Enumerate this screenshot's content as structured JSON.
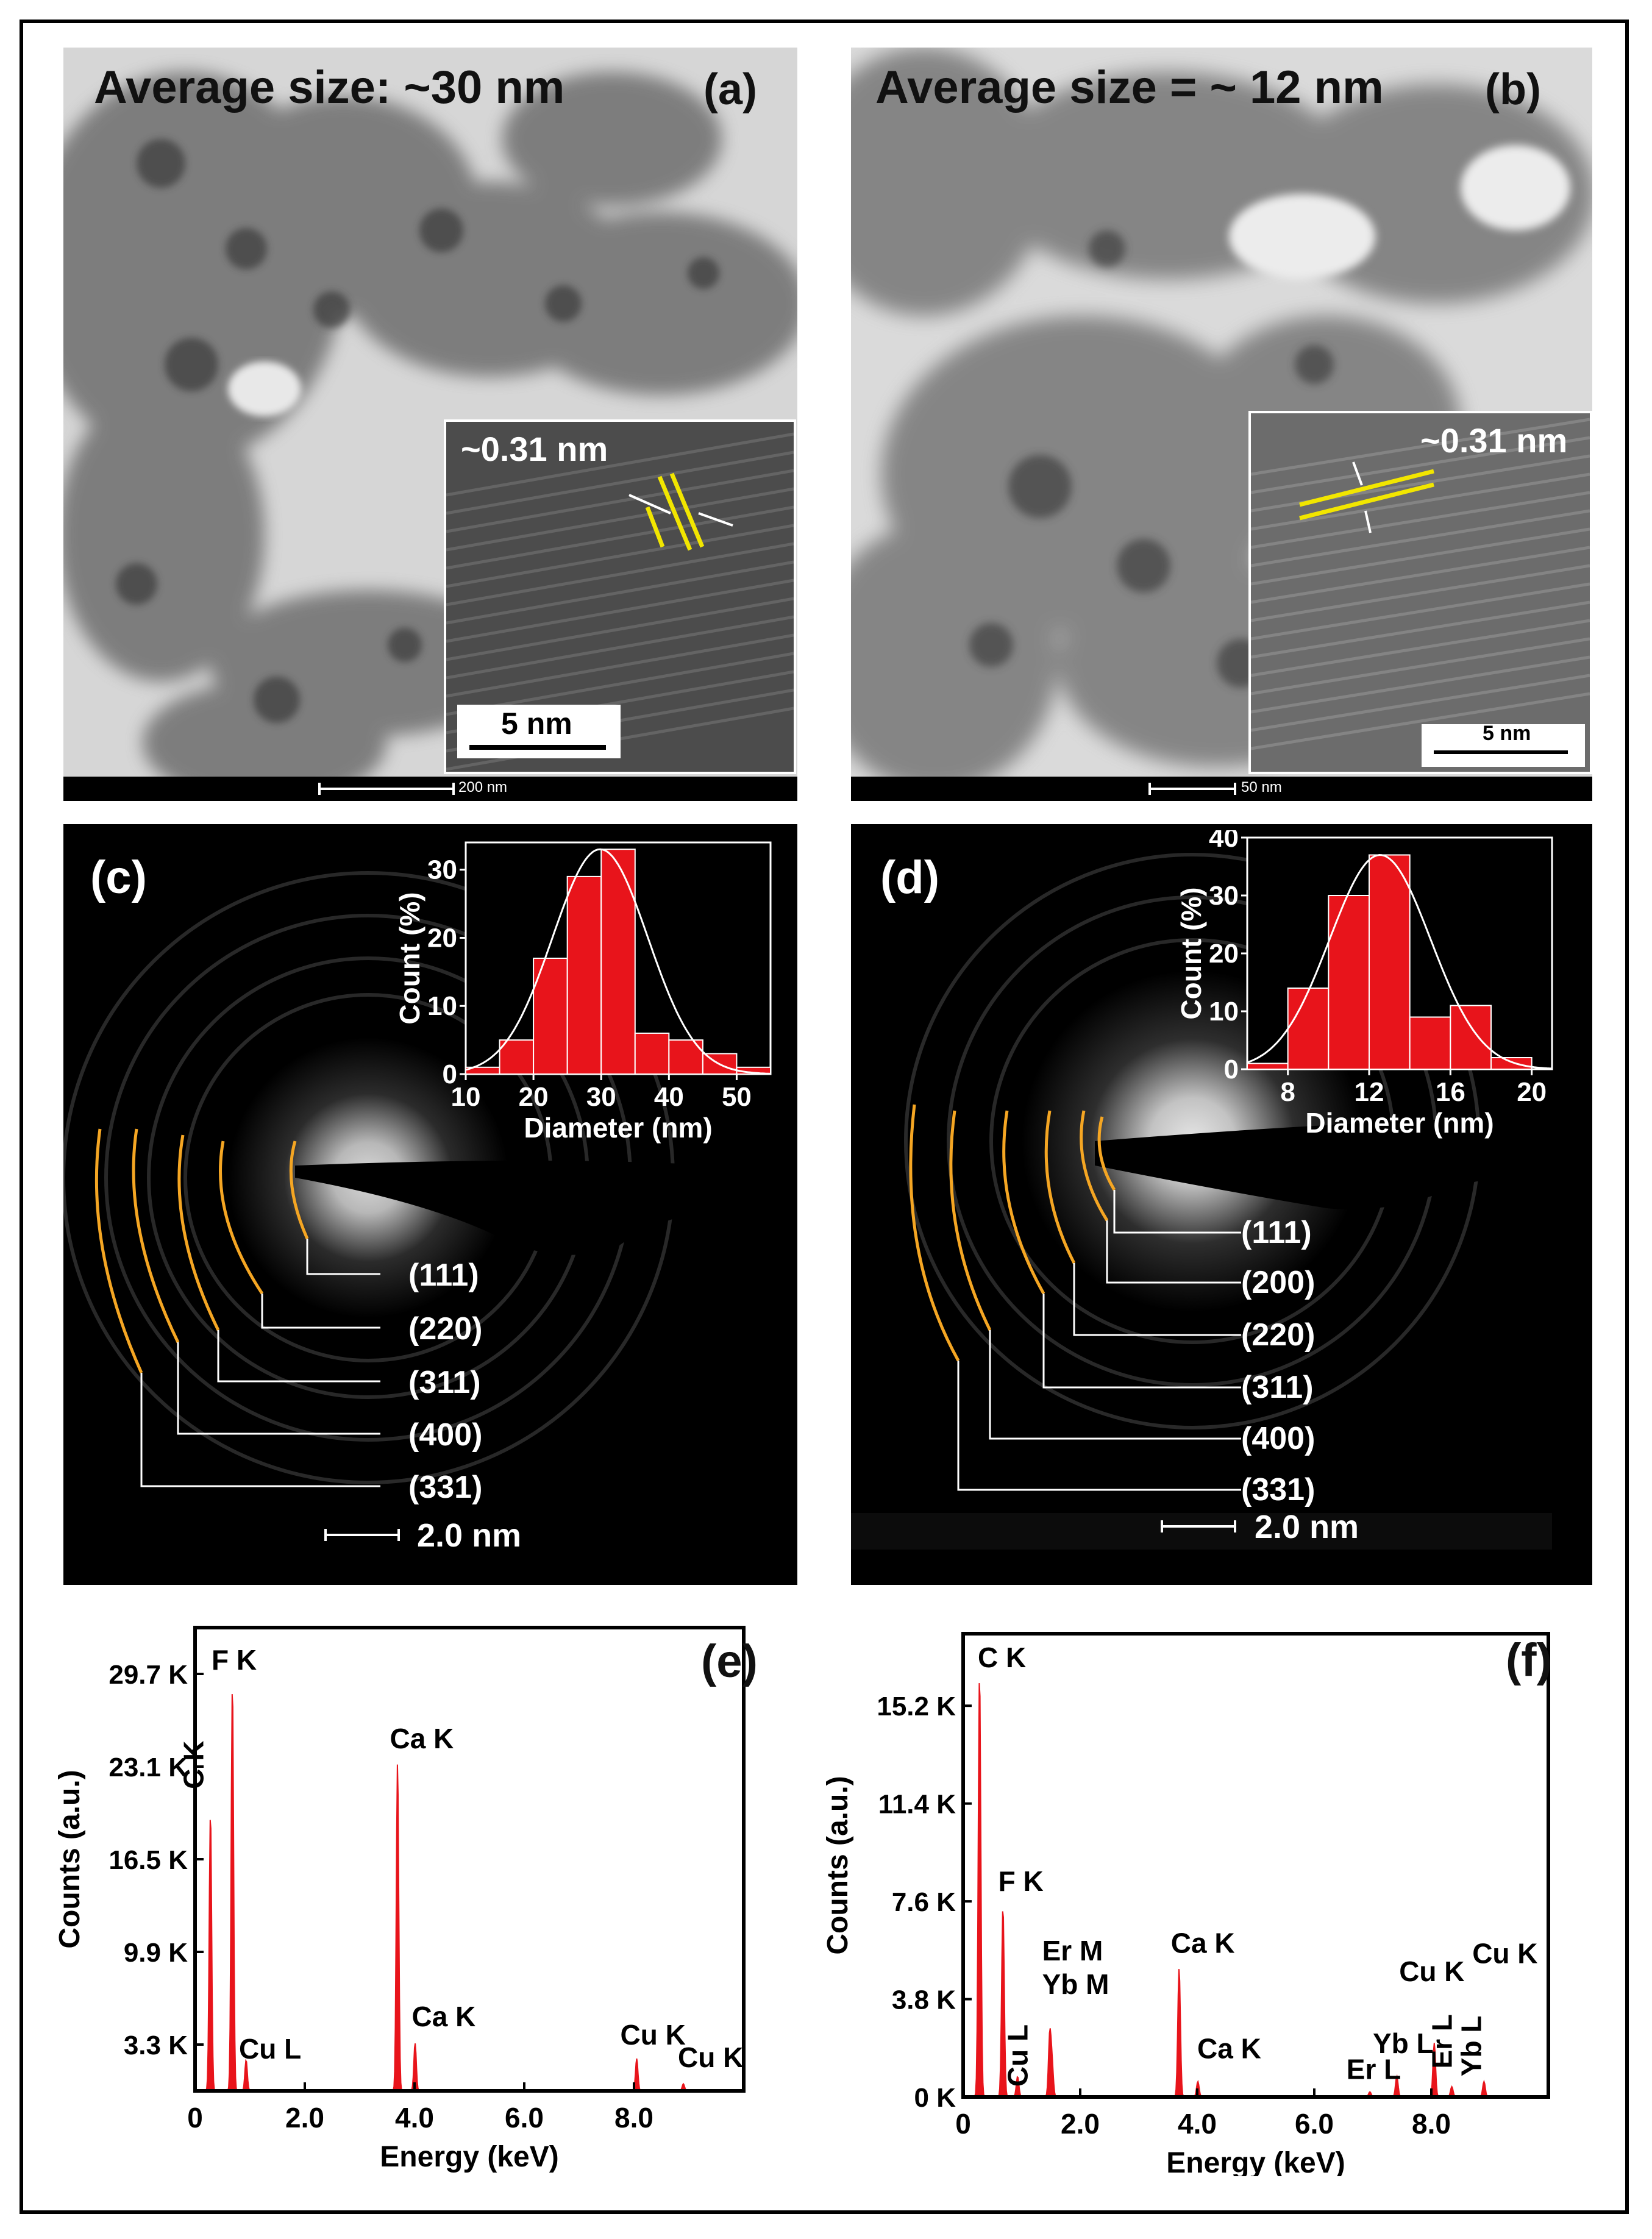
{
  "panels": {
    "a": {
      "letter": "(a)",
      "avg_size": "Average size: ~30 nm",
      "inset_spacing": "~0.31 nm",
      "inset_scale": "5 nm",
      "scale_bar": "200 nm"
    },
    "b": {
      "letter": "(b)",
      "avg_size": "Average size = ~ 12 nm",
      "inset_spacing": "~0.31 nm",
      "inset_scale": "5 nm",
      "scale_bar": "50 nm"
    },
    "c": {
      "letter": "(c)",
      "scale_bar": "2.0 nm",
      "rings": [
        "(111)",
        "(220)",
        "(311)",
        "(400)",
        "(331)"
      ]
    },
    "d": {
      "letter": "(d)",
      "scale_bar": "2.0 nm",
      "rings": [
        "(111)",
        "(200)",
        "(220)",
        "(311)",
        "(400)",
        "(331)"
      ]
    },
    "e": {
      "letter": "(e)"
    },
    "f": {
      "letter": "(f)"
    }
  },
  "colors": {
    "bar_red": "#e8141b",
    "ring_orange": "#f5a623",
    "lattice_yellow": "#f2e600"
  },
  "chart_data": [
    {
      "id": "c_hist",
      "type": "bar",
      "xlabel": "Diameter (nm)",
      "ylabel": "Count (%)",
      "xlim": [
        10,
        55
      ],
      "ylim": [
        0,
        34
      ],
      "xticks": [
        10,
        20,
        30,
        40,
        50
      ],
      "yticks": [
        0,
        10,
        20,
        30
      ],
      "bin_width": 5,
      "bins": [
        10,
        15,
        20,
        25,
        30,
        35,
        40,
        45,
        50
      ],
      "values": [
        1,
        5,
        17,
        29,
        33,
        6,
        5,
        3,
        1
      ],
      "fit": "gaussian"
    },
    {
      "id": "d_hist",
      "type": "bar",
      "xlabel": "Diameter (nm)",
      "ylabel": "Count (%)",
      "xlim": [
        6,
        21
      ],
      "ylim": [
        0,
        40
      ],
      "xticks": [
        8,
        12,
        16,
        20
      ],
      "yticks": [
        0,
        10,
        20,
        30,
        40
      ],
      "bin_width": 2,
      "bins": [
        6,
        8,
        10,
        12,
        14,
        16,
        18
      ],
      "values": [
        1,
        14,
        30,
        37,
        9,
        11,
        2
      ],
      "fit": "gaussian"
    },
    {
      "id": "e_edx",
      "type": "line",
      "xlabel": "Energy (keV)",
      "ylabel": "Counts (a.u.)",
      "xlim": [
        0,
        10
      ],
      "ylim": [
        0,
        33000
      ],
      "xticks": [
        0,
        2,
        4,
        6,
        8
      ],
      "xtick_labels": [
        "0",
        "2.0",
        "4.0",
        "6.0",
        "8.0"
      ],
      "yticks": [
        3300,
        9900,
        16500,
        23100,
        29700
      ],
      "ytick_labels": [
        "3.3 K",
        "9.9 K",
        "16.5 K",
        "23.1 K",
        "29.7 K"
      ],
      "peaks": [
        {
          "x": 0.28,
          "y": 19800,
          "label": "C K"
        },
        {
          "x": 0.68,
          "y": 29000,
          "label": "F K"
        },
        {
          "x": 0.93,
          "y": 2200,
          "label": "Cu L"
        },
        {
          "x": 3.69,
          "y": 23400,
          "label": "Ca K"
        },
        {
          "x": 4.01,
          "y": 3400,
          "label": "Ca K"
        },
        {
          "x": 8.05,
          "y": 2300,
          "label": "Cu K"
        },
        {
          "x": 8.9,
          "y": 500,
          "label": "Cu K"
        }
      ]
    },
    {
      "id": "f_edx",
      "type": "line",
      "xlabel": "Energy (keV)",
      "ylabel": "Counts (a.u.)",
      "xlim": [
        0,
        10
      ],
      "ylim": [
        0,
        18000
      ],
      "xticks": [
        0,
        2,
        4,
        6,
        8
      ],
      "xtick_labels": [
        "0",
        "2.0",
        "4.0",
        "6.0",
        "8.0"
      ],
      "yticks": [
        0,
        3800,
        7600,
        11400,
        15200
      ],
      "ytick_labels": [
        "0 K",
        "3.8 K",
        "7.6 K",
        "11.4 K",
        "15.2 K"
      ],
      "peaks": [
        {
          "x": 0.28,
          "y": 16500,
          "label": "C K"
        },
        {
          "x": 0.68,
          "y": 7400,
          "label": "F K"
        },
        {
          "x": 0.93,
          "y": 800,
          "label": "Cu L"
        },
        {
          "x": 1.48,
          "y": 2400,
          "label": "Er M"
        },
        {
          "x": 1.52,
          "y": 1200,
          "label": "Yb M"
        },
        {
          "x": 3.69,
          "y": 5000,
          "label": "Ca K"
        },
        {
          "x": 4.01,
          "y": 600,
          "label": "Ca K"
        },
        {
          "x": 6.95,
          "y": 200,
          "label": "Er L"
        },
        {
          "x": 7.41,
          "y": 800,
          "label": "Yb L"
        },
        {
          "x": 8.05,
          "y": 2100,
          "label": "Cu K"
        },
        {
          "x": 8.35,
          "y": 400,
          "label": "Er L"
        },
        {
          "x": 8.9,
          "y": 300,
          "label": "Yb L"
        },
        {
          "x": 8.9,
          "y": 300,
          "label": "Cu K"
        }
      ]
    }
  ]
}
